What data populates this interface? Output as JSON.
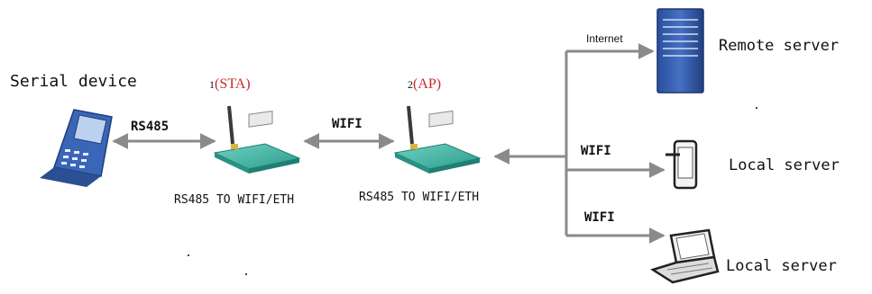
{
  "devices": {
    "serial_device": "Serial device",
    "module_1": {
      "number": "1",
      "mode": "(STA)",
      "caption": "RS485 TO WIFI/ETH"
    },
    "module_2": {
      "number": "2",
      "mode": "(AP)",
      "caption": "RS485 TO WIFI/ETH"
    },
    "remote_server": "Remote server",
    "local_server_phone": "Local server",
    "local_server_laptop": "Local server"
  },
  "links": {
    "serial_to_module1": "RS485",
    "module1_to_module2": "WIFI",
    "to_internet": "Internet",
    "to_phone": "WIFI",
    "to_laptop": "WIFI"
  },
  "colors": {
    "arrow": "#8a8a8a",
    "module_label": "#c8282d",
    "server_blue": "#2f56a8",
    "pcb_teal": "#3fb6a6"
  }
}
